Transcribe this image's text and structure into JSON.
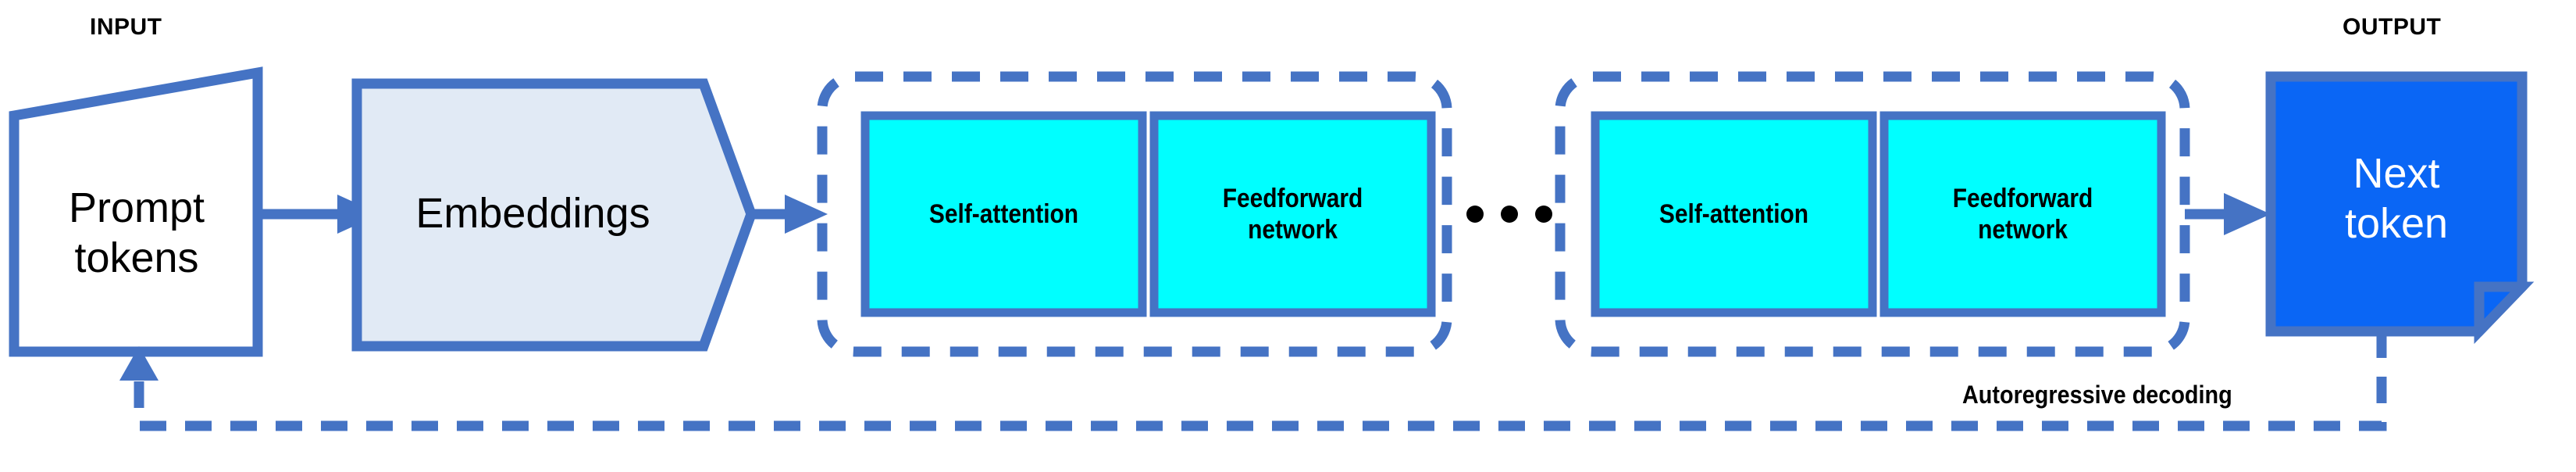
{
  "diagram": {
    "title_input": "INPUT",
    "title_output": "OUTPUT",
    "colors": {
      "stroke_blue": "#4573c4",
      "embeddings_fill": "#e1eaf5",
      "block_fill": "#00ffff",
      "output_fill": "#0a66f5",
      "text_dark": "#000000",
      "text_light": "#ffffff",
      "background": "#ffffff"
    },
    "nodes": {
      "prompt": {
        "label_line1": "Prompt",
        "label_line2": "tokens",
        "shape": "trapezoid-document",
        "fill": "#ffffff"
      },
      "embeddings": {
        "label": "Embeddings",
        "shape": "pentagon-arrow",
        "fill": "#e1eaf5"
      },
      "output": {
        "label_line1": "Next",
        "label_line2": "token",
        "shape": "folded-corner-document",
        "fill": "#0a66f5"
      }
    },
    "layers": [
      {
        "name": "transformer-layer-1",
        "border_style": "dashed",
        "sublayers": [
          {
            "label": "Self-attention"
          },
          {
            "label_line1": "Feedforward",
            "label_line2": "network"
          }
        ]
      },
      {
        "name": "transformer-layer-n",
        "border_style": "dashed",
        "sublayers": [
          {
            "label": "Self-attention"
          },
          {
            "label_line1": "Feedforward",
            "label_line2": "network"
          }
        ]
      }
    ],
    "ellipsis": "• • •",
    "feedback": {
      "label": "Autoregressive decoding",
      "style": "dashed",
      "direction": "output-to-prompt"
    },
    "arrows": [
      {
        "name": "prompt-to-embeddings",
        "style": "solid"
      },
      {
        "name": "embeddings-to-layer1",
        "style": "solid"
      },
      {
        "name": "layern-to-output",
        "style": "solid"
      },
      {
        "name": "feedback-to-prompt",
        "style": "dashed"
      }
    ]
  }
}
